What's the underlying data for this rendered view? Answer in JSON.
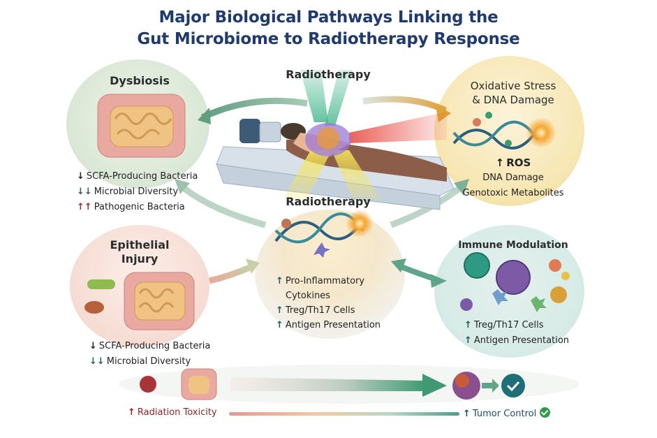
{
  "title": {
    "line1": "Major Biological Pathways Linking the",
    "line2": "Gut Microbiome to Radiotherapy Response"
  },
  "center": {
    "top_label": "Radiotherapy",
    "bottom_label": "Radiotherapy",
    "illustration": "patient-on-radiotherapy-table"
  },
  "dysbiosis": {
    "heading": "Dysbiosis",
    "illustration": "intestines",
    "items": [
      {
        "arrows": "↓",
        "text": "SCFA-Producing Bacteria"
      },
      {
        "arrows": "↓↓",
        "text": "Microbial Diversity"
      },
      {
        "arrows": "↑↑",
        "text": "Pathogenic Bacteria"
      }
    ]
  },
  "oxidative": {
    "heading_line1": "Oxidative Stress",
    "heading_line2": "& DNA Damage",
    "illustration": "dna-helix-with-burst",
    "items": [
      {
        "arrows": "↑",
        "text": "ROS"
      },
      {
        "arrows": "",
        "text": "DNA Damage"
      },
      {
        "arrows": "",
        "text": "Genotoxic Metabolites"
      }
    ]
  },
  "epithelial": {
    "heading_line1": "Epithelial",
    "heading_line2": "Injury",
    "illustration": "intestines-with-bacteria",
    "items": [
      {
        "arrows": "↓",
        "text": "SCFA-Producing Bacteria"
      },
      {
        "arrows": "↓↓",
        "text": "Microbial Diversity"
      }
    ]
  },
  "inflammation": {
    "illustration": "dna-helix-and-immune-cell",
    "items": [
      {
        "arrows": "↑",
        "text": "Pro-Inflammatory"
      },
      {
        "arrows": "",
        "text": "Cytokines"
      },
      {
        "arrows": "↑",
        "text": "Treg/Th17 Cells"
      },
      {
        "arrows": "↑",
        "text": "Antigen Presentation"
      }
    ]
  },
  "immune": {
    "heading": "Immune Modulation",
    "illustration": "immune-cells",
    "items": [
      {
        "arrows": "↑",
        "text": "Treg/Th17 Cells"
      },
      {
        "arrows": "↑",
        "text": "Antigen Presentation"
      }
    ]
  },
  "outcome": {
    "left_arrow": "↑",
    "left_label": "Radiation Toxicity",
    "right_arrow": "↑",
    "right_label": "Tumor Control"
  },
  "colors": {
    "title": "#1e3a6e",
    "toxicity": "#8f2323",
    "tumor_control": "#1e4e5a",
    "arrow_green": "#6fa88f",
    "arrow_orange": "#e0a23a",
    "check": "#2f9a4a"
  }
}
